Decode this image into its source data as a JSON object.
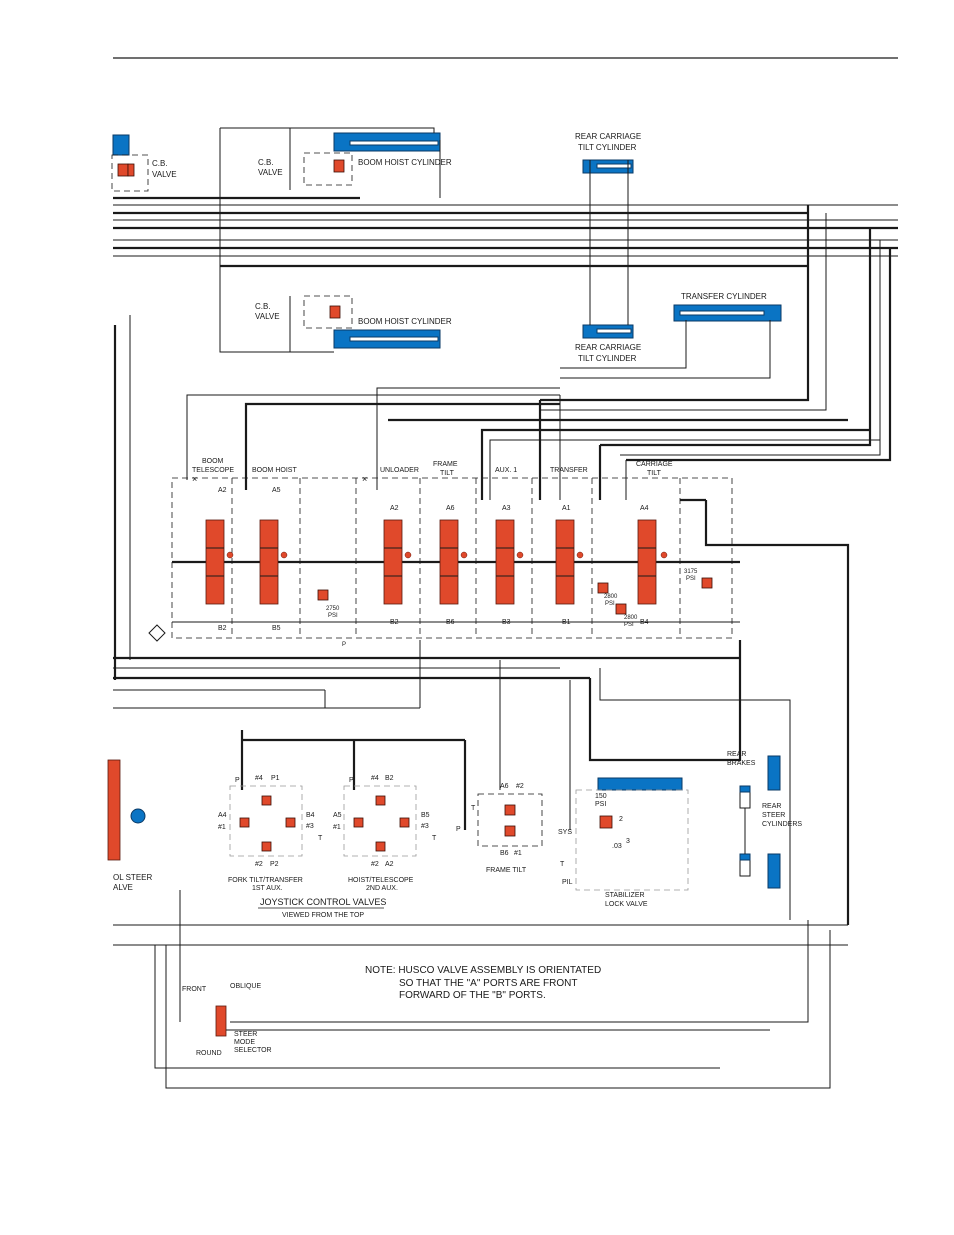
{
  "labels": {
    "cb_valve_1": "C.B.",
    "cb_valve_1b": "VALVE",
    "cb_valve_2": "C.B.",
    "cb_valve_2b": "VALVE",
    "cb_valve_3": "C.B.",
    "cb_valve_3b": "VALVE",
    "boom_hoist_cyl_1": "BOOM HOIST CYLINDER",
    "boom_hoist_cyl_2": "BOOM HOIST CYLINDER",
    "rear_carriage_1a": "REAR CARRIAGE",
    "rear_carriage_1b": "TILT CYLINDER",
    "rear_carriage_2a": "REAR CARRIAGE",
    "rear_carriage_2b": "TILT CYLINDER",
    "transfer_cylinder": "TRANSFER CYLINDER",
    "sec_boom_telescope_a": "BOOM",
    "sec_boom_telescope_b": "TELESCOPE",
    "sec_boom_hoist": "BOOM HOIST",
    "sec_unloader": "UNLOADER",
    "sec_frame_tilt_a": "FRAME",
    "sec_frame_tilt_b": "TILT",
    "sec_aux1": "AUX. 1",
    "sec_transfer": "TRANSFER",
    "sec_carriage_tilt_a": "CARRIAGE",
    "sec_carriage_tilt_b": "TILT",
    "ports_top": [
      "A2",
      "A5",
      "A2",
      "A6",
      "A3",
      "A1",
      "A4"
    ],
    "ports_bottom": [
      "B2",
      "B5",
      "B2",
      "B6",
      "B3",
      "B1",
      "B4"
    ],
    "psi_2750a": "2750",
    "psi_2750b": "PSI",
    "psi_2800_1a": "2800",
    "psi_2800_1b": "PSI",
    "psi_2800_2a": "2800",
    "psi_2800_2b": "PSI",
    "psi_3175a": "3175",
    "psi_3175b": "PSI",
    "port_p_main": "P",
    "joystick_1_title_a": "FORK TILT/TRANSFER",
    "joystick_1_title_b": "1ST AUX.",
    "joystick_2_title_a": "HOIST/TELESCOPE",
    "joystick_2_title_b": "2ND AUX.",
    "joystick_section": "JOYSTICK CONTROL VALVES",
    "joystick_sub": "VIEWED FROM THE TOP",
    "frame_tilt": "FRAME TILT",
    "stabilizer_a": "STABILIZER",
    "stabilizer_b": "LOCK VALVE",
    "psi_150a": "150",
    "psi_150b": "PSI",
    "sys": "SYS",
    "pil": "PIL",
    "t_port": "T",
    "rear_brakes_a": "REAR",
    "rear_brakes_b": "BRAKES",
    "rear_steer_a": "REAR",
    "rear_steer_b": "STEER",
    "rear_steer_c": "CYLINDERS",
    "control_steer_a": "OL STEER",
    "control_steer_b": "ALVE",
    "note_1": "NOTE:  HUSCO VALVE ASSEMBLY IS ORIENTATED",
    "note_2": "SO THAT THE \"A\" PORTS ARE FRONT",
    "note_3": "FORWARD OF THE \"B\" PORTS.",
    "front": "FRONT",
    "oblique": "OBLIQUE",
    "round": "ROUND",
    "steer_mode_a": "STEER",
    "steer_mode_b": "MODE",
    "steer_mode_c": "SELECTOR",
    "js1_ports": {
      "p": "P",
      "n4": "#4",
      "p1": "P1",
      "a4": "A4",
      "n1": "#1",
      "b4": "B4",
      "n3": "#3",
      "t": "T",
      "n2": "#2",
      "p2": "P2"
    },
    "js2_ports": {
      "p": "P",
      "n4": "#4",
      "b2": "B2",
      "a5": "A5",
      "n1": "#1",
      "b5": "B5",
      "n3": "#3",
      "t": "T",
      "n2": "#2",
      "a2": "A2"
    },
    "ft_ports": {
      "a6": "A6",
      "n2": "#2",
      "t": "T",
      "p": "P",
      "b6": "B6",
      "n1": "#1"
    },
    "stab_ports": {
      "p2": "2",
      "p3": "3",
      "o03": ".03"
    }
  },
  "colors": {
    "cylinder": "#0a74c4",
    "valve": "#e0492b",
    "line": "#1a1a1a"
  }
}
